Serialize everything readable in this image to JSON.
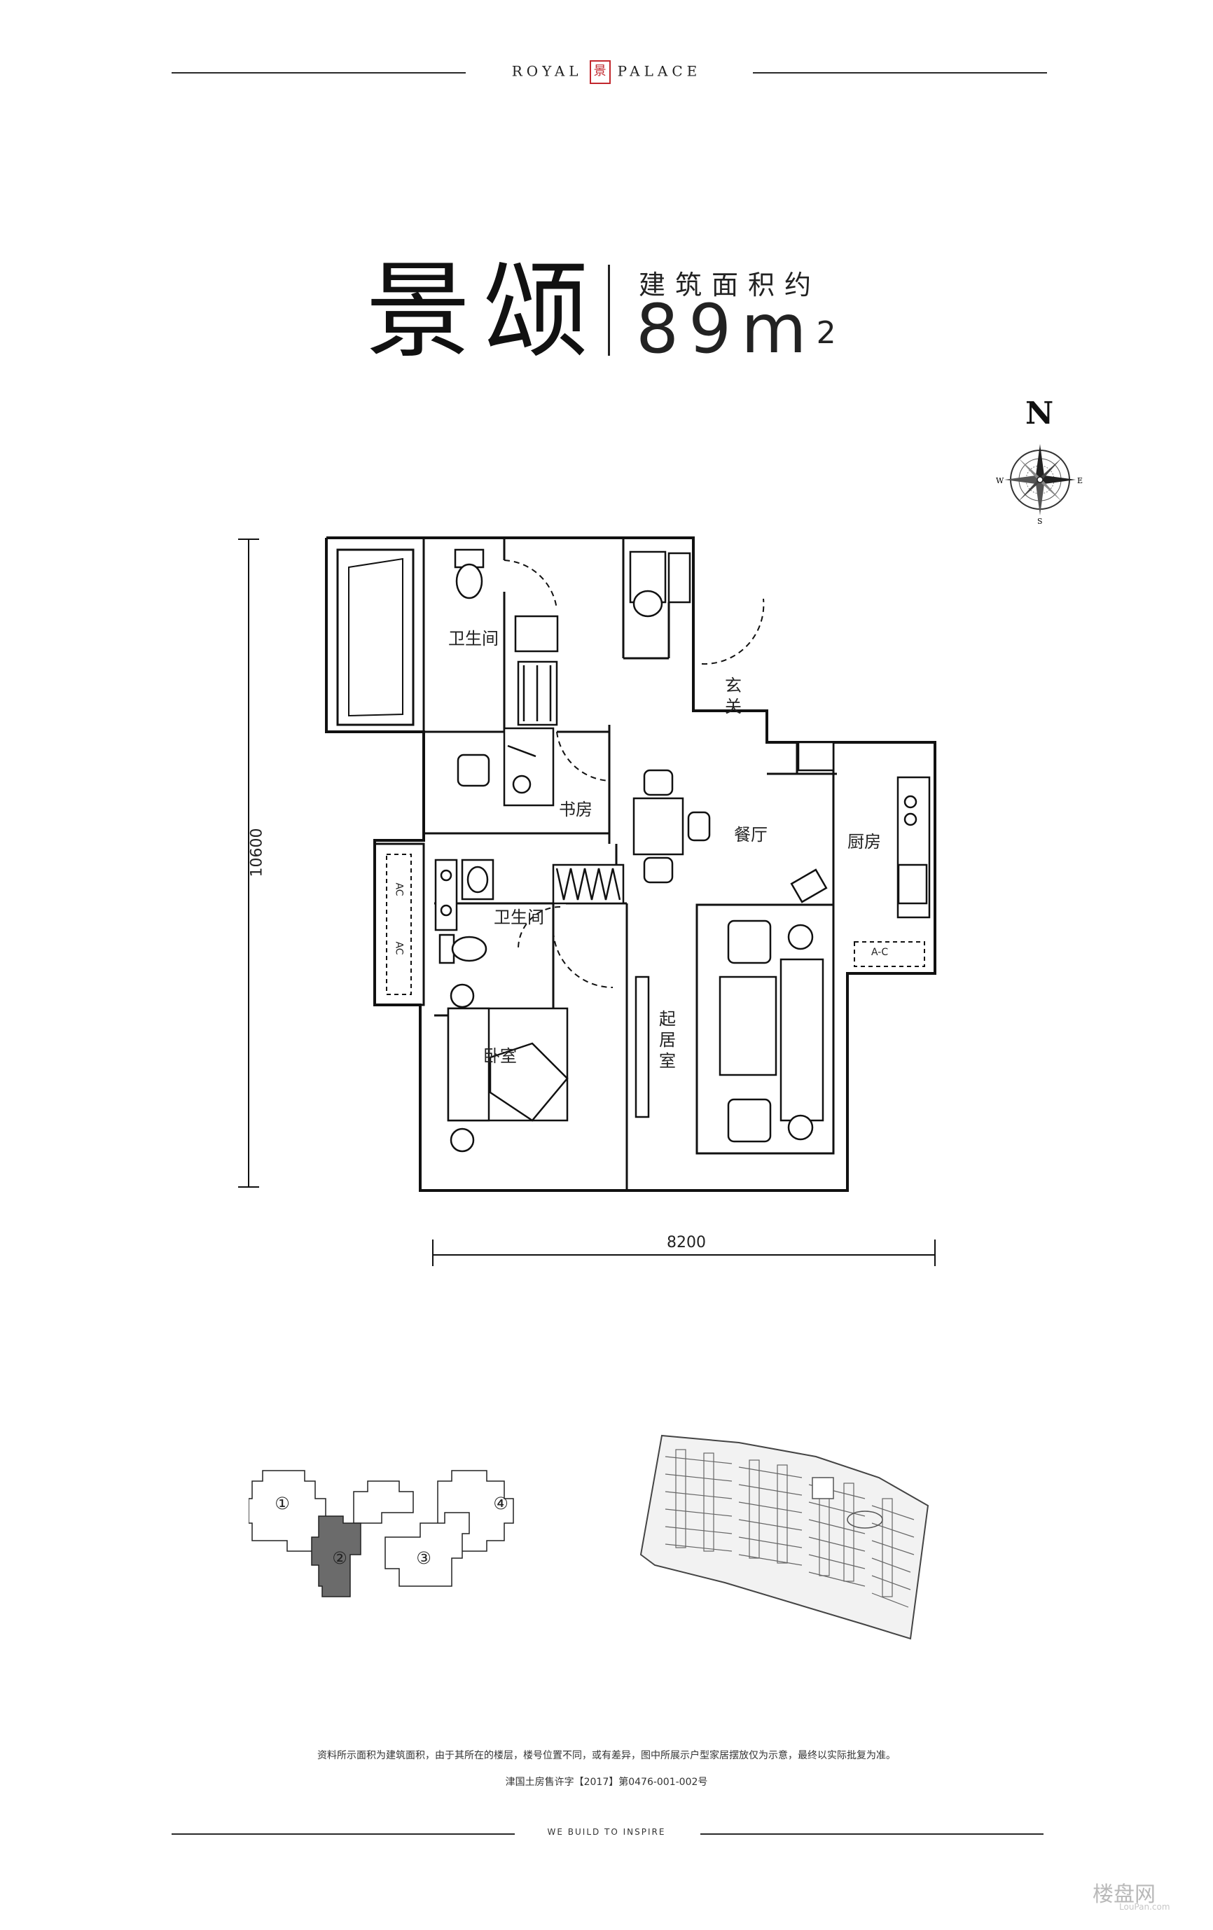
{
  "header": {
    "brand_left": "ROYAL",
    "brand_mark": "景",
    "brand_right": "PALACE"
  },
  "title": {
    "name": "景颂",
    "subtitle": "建筑面积约",
    "area_value": "89m",
    "area_unit_sup": "2"
  },
  "compass": {
    "north": "N",
    "west": "W",
    "east": "E",
    "south": "S"
  },
  "rooms": {
    "bath1": "卫生间",
    "foyer": "玄关",
    "study": "书房",
    "dining": "餐厅",
    "kitchen": "厨房",
    "bath2": "卫生间",
    "bedroom": "卧室",
    "living": "起居室",
    "ac1": "AC",
    "ac2": "AC",
    "ac3": "A-C"
  },
  "dimensions": {
    "height": "10600",
    "width": "8200"
  },
  "units": {
    "u1": "①",
    "u2": "②",
    "u3": "③",
    "u4": "④"
  },
  "footer": {
    "disclaimer": "资料所示面积为建筑面积，由于其所在的楼层，楼号位置不同，或有差异，图中所展示户型家居摆放仅为示意，最终以实际批复为准。",
    "license": "津国土房售许字【2017】第0476-001-002号",
    "tagline": "WE BUILD TO INSPIRE"
  },
  "watermark": {
    "main": "楼盘网",
    "sub": "LouPan.com"
  },
  "colors": {
    "seal": "#c2272d",
    "highlight_unit": "#6b6b6b"
  }
}
